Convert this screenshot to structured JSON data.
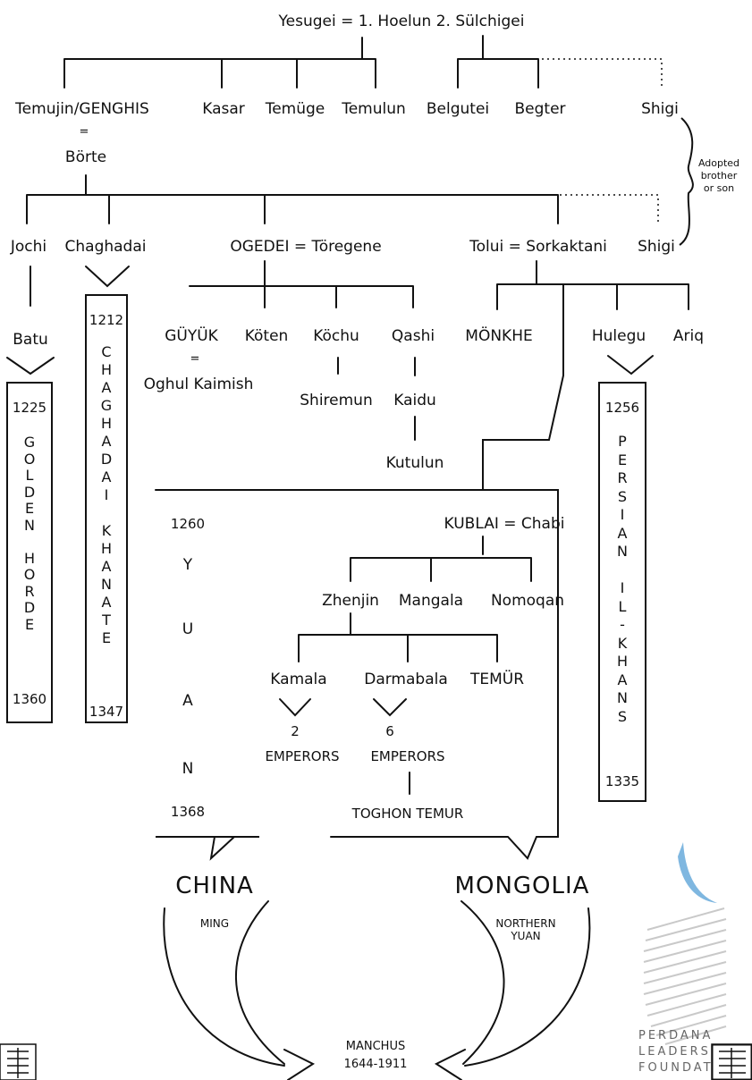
{
  "header": {
    "parents": "Yesugei = 1. Hoelun 2. Sülchigei"
  },
  "generation1": {
    "temujin": "Temujin/GENGHIS",
    "eq": "=",
    "borte": "Börte",
    "kasar": "Kasar",
    "temuge": "Temüge",
    "temulun": "Temulun",
    "belgutei": "Belgutei",
    "begter": "Begter",
    "shigi": "Shigi"
  },
  "adopted_note": "Adopted\nbrother\nor son",
  "generation2": {
    "jochi": "Jochi",
    "chaghadai": "Chaghadai",
    "ogedei": "OGEDEI = Töregene",
    "tolui": "Tolui = Sorkaktani",
    "shigi": "Shigi"
  },
  "generation3": {
    "batu": "Batu",
    "guyuk": "GÜYÜK",
    "guyuk_eq": "=",
    "oghul": "Oghul Kaimish",
    "koten": "Köten",
    "kochu": "Köchu",
    "shiremun": "Shiremun",
    "qashi": "Qashi",
    "kaidu": "Kaidu",
    "kutulun": "Kutulun",
    "monkhe": "MÖNKHE",
    "hulegu": "Hulegu",
    "ariq": "Ariq"
  },
  "khanates": {
    "golden": {
      "start": "1225",
      "name": "G\nO\nL\nD\nE\nN\n\nH\nO\nR\nD\nE",
      "end": "1360"
    },
    "chaghadai": {
      "start": "1212",
      "name": "C\nH\nA\nG\nH\nA\nD\nA\nI\n\nK\nH\nA\nN\nA\nT\nE",
      "end": "1347"
    },
    "persian": {
      "start": "1256",
      "name": "P\nE\nR\nS\nI\nA\nN\n\nI\nL\n-\nK\nH\nA\nN\nS",
      "end": "1335"
    }
  },
  "yuan": {
    "start": "1260",
    "letters": [
      "Y",
      "U",
      "A",
      "N"
    ],
    "end": "1368",
    "kublai": "KUBLAI = Chabi",
    "zhenjin": "Zhenjin",
    "mangala": "Mangala",
    "nomoqan": "Nomoqan",
    "kamala": "Kamala",
    "darmabala": "Darmabala",
    "temur": "TEMÜR",
    "kamala_count": "2",
    "darmabala_count": "6",
    "emperors": "EMPERORS",
    "toghon": "TOGHON TEMUR"
  },
  "outcomes": {
    "china": "CHINA",
    "ming": "MING",
    "mongolia": "MONGOLIA",
    "northern_yuan": "NORTHERN\nYUAN",
    "manchus": "MANCHUS",
    "manchus_years": "1644-1911"
  },
  "logo": {
    "text": "PERDANA\nLEADERSHIP\nFOUNDATION"
  }
}
